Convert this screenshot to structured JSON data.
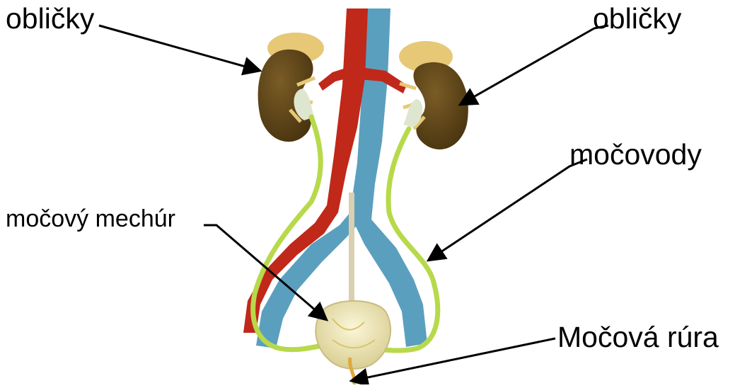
{
  "labels": {
    "kidney_left": "obličky",
    "kidney_right": "obličky",
    "ureters": "močovody",
    "bladder": "močový mechúr",
    "urethra": "Močová rúra"
  },
  "colors": {
    "artery": "#c0281a",
    "vein": "#5b9fbf",
    "kidney": "#5a4317",
    "adrenal": "#e6c877",
    "ureter": "#b7d94a",
    "bladder": "#efe6b6",
    "arrow": "#000000"
  }
}
